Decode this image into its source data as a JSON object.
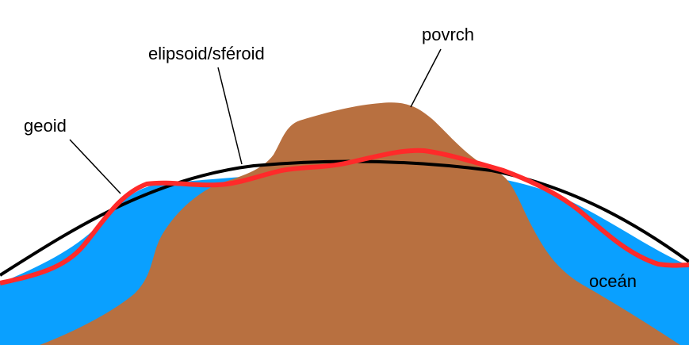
{
  "labels": {
    "surface": "povrch",
    "ellipsoid": "elipsoid/sféroid",
    "geoid": "geoid",
    "ocean": "oceán"
  },
  "colors": {
    "background": "#ffffff",
    "ocean": "#0aa0ff",
    "land": "#b87040",
    "geoid_line": "#ff2a2a",
    "ellipsoid_line": "#000000",
    "leader_line": "#000000"
  }
}
